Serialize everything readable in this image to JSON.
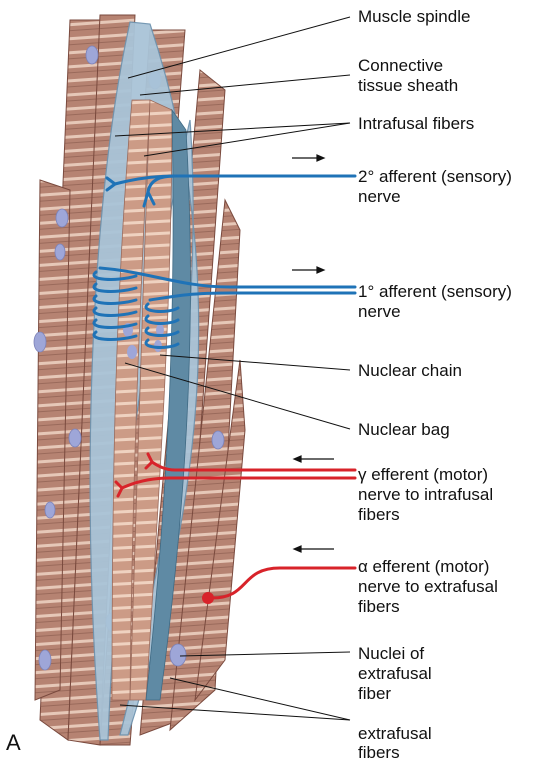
{
  "panel_letter": "A",
  "labels": {
    "muscle_spindle": "Muscle spindle",
    "connective_1": "Connective",
    "connective_2": "tissue sheath",
    "intrafusal": "Intrafusal fibers",
    "secondary_1": "2° afferent (sensory)",
    "secondary_2": "nerve",
    "primary_1": "1° afferent (sensory)",
    "primary_2": "nerve",
    "nuclear_chain": "Nuclear chain",
    "nuclear_bag": "Nuclear bag",
    "gamma_1": "γ efferent (motor)",
    "gamma_2": "nerve to intrafusal",
    "gamma_3": "fibers",
    "alpha_1": "α efferent (motor)",
    "alpha_2": "nerve to extrafusal",
    "alpha_3": "fibers",
    "nuclei_1": "Nuclei of",
    "nuclei_2": "extrafusal",
    "nuclei_3": "fiber",
    "extrafusal_1": "extrafusal",
    "extrafusal_2": "fibers"
  },
  "colors": {
    "muscle_fiber": "#b68372",
    "muscle_band": "#e6c8b8",
    "nucleus": "#9ea6d8",
    "sheath": "#a9c4d8",
    "intrafusal_fiber": "#d4a38e",
    "sensory_nerve": "#1f73b7",
    "motor_nerve": "#d8232a"
  }
}
